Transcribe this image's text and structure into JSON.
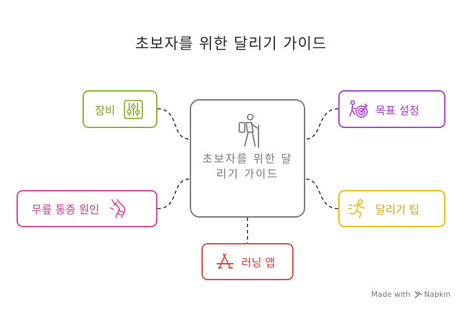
{
  "title": "초보자를 위한 달리기 가이드",
  "center": {
    "label": "초보자를 위한 달리기 가이드",
    "icon": "hiker-icon",
    "border_color": "#7b7b7b"
  },
  "nodes": {
    "equipment": {
      "label": "장비",
      "icon": "equalizer-sliders-icon",
      "color": "#8fb33a"
    },
    "goal": {
      "label": "목표 설정",
      "icon": "target-person-icon",
      "color": "#a64bc9"
    },
    "pain": {
      "label": "무릎 통증 원인",
      "icon": "knee-joint-icon",
      "color": "#cc4f9d"
    },
    "tips": {
      "label": "달리기 팁",
      "icon": "runner-icon",
      "color": "#e0c21b"
    },
    "app": {
      "label": "러닝 앱",
      "icon": "app-store-icon",
      "color": "#d0534f"
    }
  },
  "watermark": {
    "prefix": "Made with",
    "brand": "Napkin",
    "icon": "napkin-logo-icon"
  }
}
